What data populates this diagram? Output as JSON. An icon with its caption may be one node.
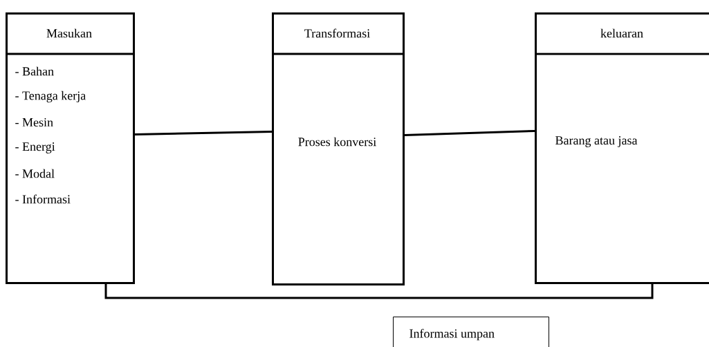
{
  "diagram": {
    "nodes": [
      {
        "text": [
          "Masukan",
          "- Bahan",
          "- Tenaga kerja",
          "- Mesin",
          "- Energi",
          "- Modal",
          "- Informasi"
        ]
      },
      {
        "text": [
          "Transformasi",
          "Proses konversi"
        ]
      },
      {
        "text": [
          "keluaran",
          "Barang atau jasa"
        ]
      },
      {
        "text": [
          "Informasi umpan"
        ]
      }
    ],
    "edges": [
      {
        "from": 0,
        "to": 1,
        "arrow": "none"
      },
      {
        "from": 1,
        "to": 2,
        "arrow": "none"
      },
      {
        "from": 0,
        "to": 2,
        "arrow": "none"
      }
    ]
  }
}
